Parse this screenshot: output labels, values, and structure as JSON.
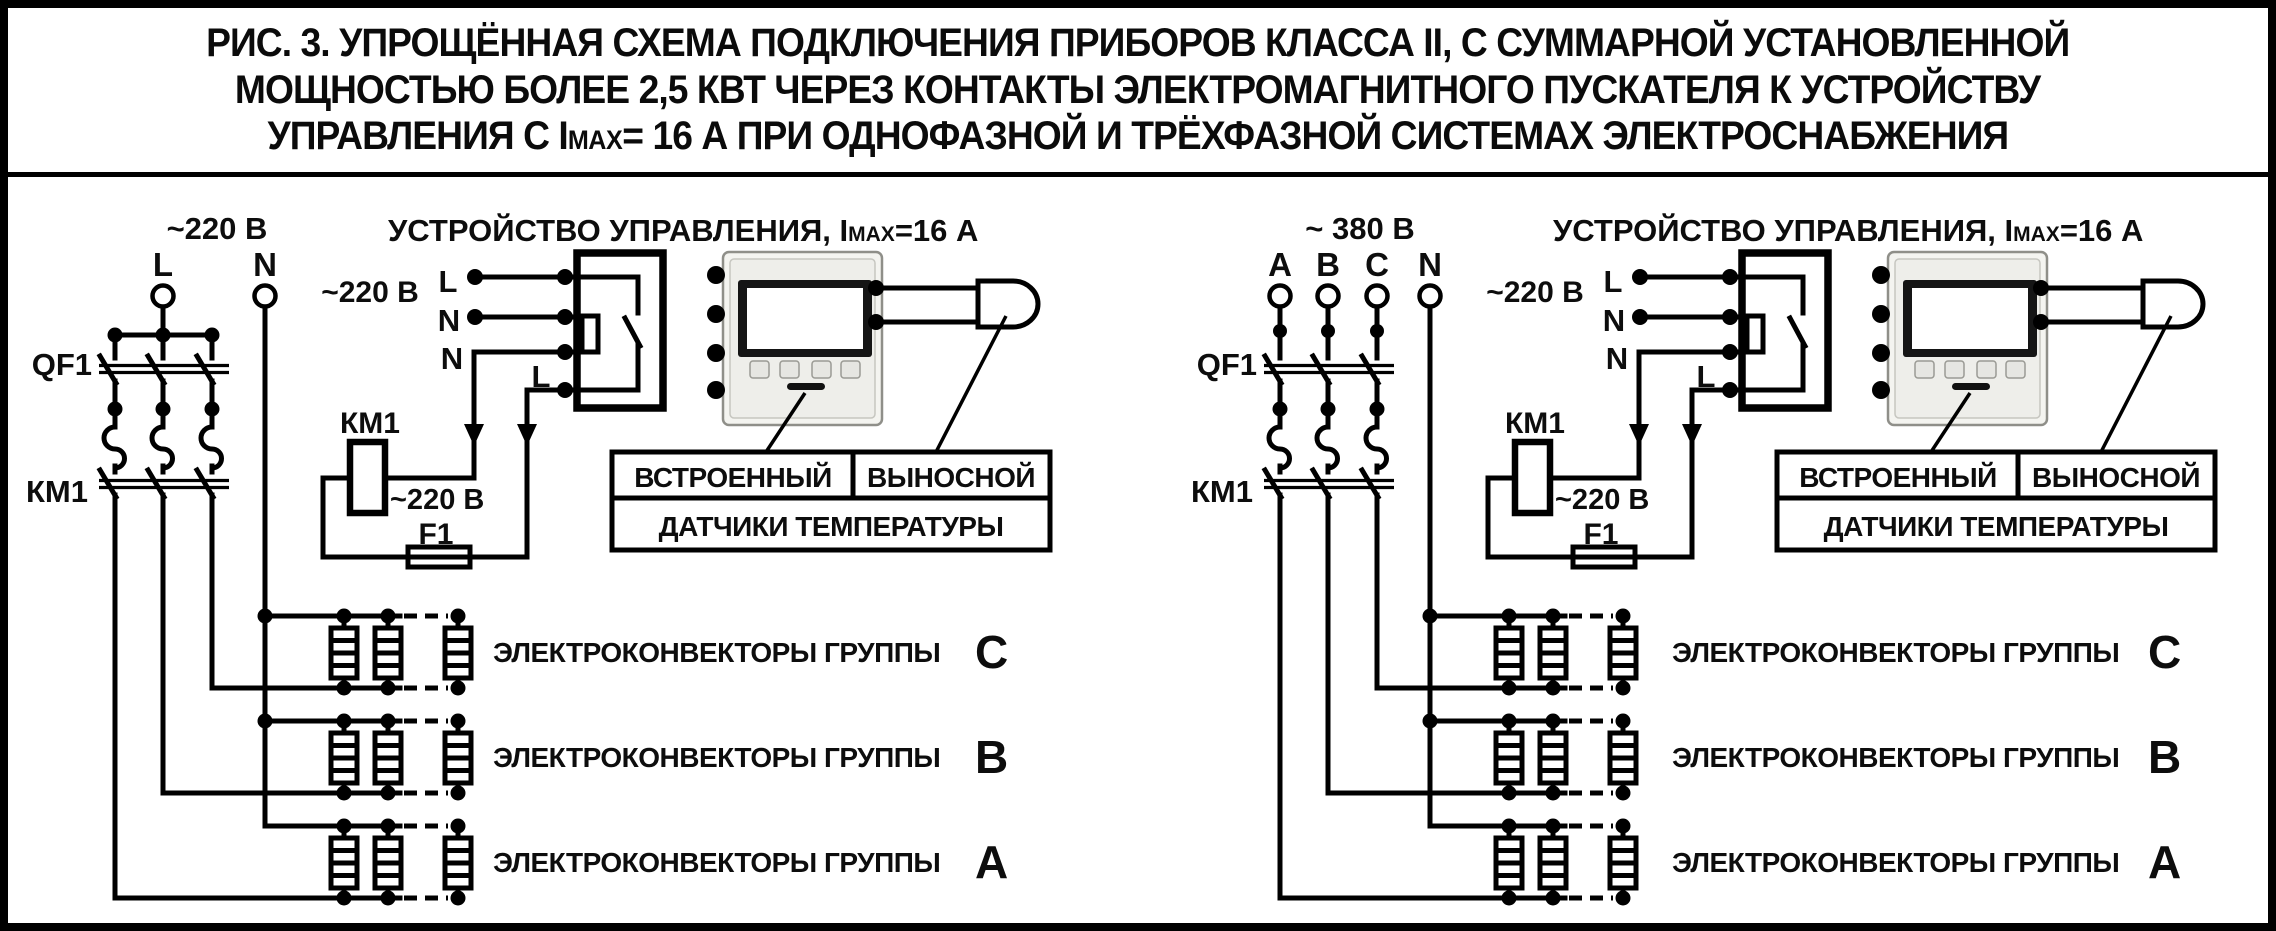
{
  "figure": {
    "title_line1": "РИС. 3. УПРОЩЁННАЯ СХЕМА ПОДКЛЮЧЕНИЯ ПРИБОРОВ КЛАССА II, С СУММАРНОЙ УСТАНОВЛЕННОЙ",
    "title_line2": "МОЩНОСТЬЮ БОЛЕЕ 2,5 КВТ ЧЕРЕЗ КОНТАКТЫ ЭЛЕКТРОМАГНИТНОГО ПУСКАТЕЛЯ К УСТРОЙСТВУ",
    "title_line3_pre": "УПРАВЛЕНИЯ С I",
    "title_line3_sub": "MAX",
    "title_line3_post": "= 16 А ПРИ ОДНОФАЗНОЙ И ТРЁХФАЗНОЙ СИСТЕМАХ ЭЛЕКТРОСНАБЖЕНИЯ"
  },
  "colors": {
    "line": "#000000",
    "text": "#0d0d0d",
    "thermostat_body": "#f4f4f0",
    "display_bezel": "#151515",
    "screen": "#ffffff"
  },
  "left": {
    "supply_voltage": "~220 В",
    "supply_terminals": [
      "L",
      "N"
    ],
    "breaker": "QF1",
    "contactor": "КМ1",
    "header_pre": "УСТРОЙСТВО УПРАВЛЕНИЯ, I",
    "header_sub": "MAX",
    "header_post": "=16 А",
    "control_voltage": "~220 В",
    "ctrl_t1": "L",
    "ctrl_t2": "N",
    "ctrl_t3": "N",
    "ctrl_t4": "L",
    "coil_label": "КМ1",
    "coil_voltage": "~220 В",
    "fuse": "F1",
    "sensor_builtin": "ВСТРОЕННЫЙ",
    "sensor_remote": "ВЫНОСНОЙ",
    "sensor_caption": "ДАТЧИКИ ТЕМПЕРАТУРЫ",
    "groups": [
      {
        "name": "ЭЛЕКТРОКОНВЕКТОРЫ ГРУППЫ",
        "letter": "C"
      },
      {
        "name": "ЭЛЕКТРОКОНВЕКТОРЫ ГРУППЫ",
        "letter": "B"
      },
      {
        "name": "ЭЛЕКТРОКОНВЕКТОРЫ ГРУППЫ",
        "letter": "A"
      }
    ]
  },
  "right": {
    "supply_voltage": "~ 380 В",
    "supply_terminals": [
      "A",
      "B",
      "C",
      "N"
    ],
    "breaker": "QF1",
    "contactor": "КМ1",
    "header_pre": "УСТРОЙСТВО УПРАВЛЕНИЯ, I",
    "header_sub": "MAX",
    "header_post": "=16 А",
    "control_voltage": "~220 В",
    "ctrl_t1": "L",
    "ctrl_t2": "N",
    "ctrl_t3": "N",
    "ctrl_t4": "L",
    "coil_label": "КМ1",
    "coil_voltage": "~220 В",
    "fuse": "F1",
    "sensor_builtin": "ВСТРОЕННЫЙ",
    "sensor_remote": "ВЫНОСНОЙ",
    "sensor_caption": "ДАТЧИКИ ТЕМПЕРАТУРЫ",
    "groups": [
      {
        "name": "ЭЛЕКТРОКОНВЕКТОРЫ ГРУППЫ",
        "letter": "C"
      },
      {
        "name": "ЭЛЕКТРОКОНВЕКТОРЫ ГРУППЫ",
        "letter": "B"
      },
      {
        "name": "ЭЛЕКТРОКОНВЕКТОРЫ ГРУППЫ",
        "letter": "A"
      }
    ]
  }
}
